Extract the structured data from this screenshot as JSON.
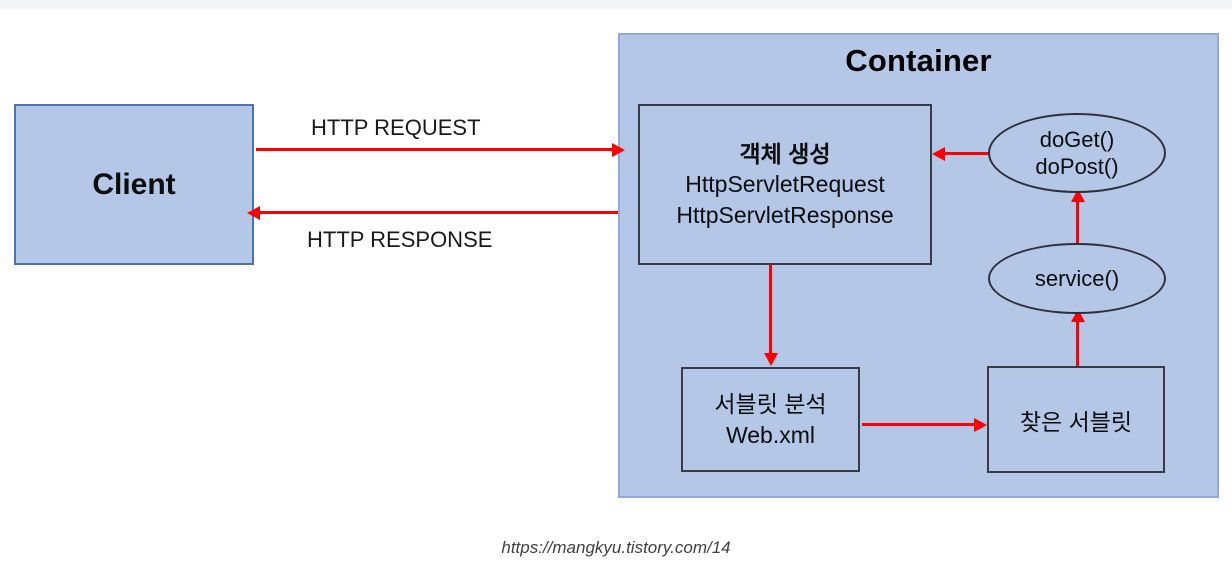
{
  "diagram": {
    "title": "Servlet Container request flow",
    "colors": {
      "box_fill": "#b4c7e7",
      "client_border": "#4a74b4",
      "node_border": "#3b3b47",
      "arrow": "#fe0000",
      "page_background": "#ffffff"
    },
    "nodes": {
      "client": {
        "label": "Client"
      },
      "container": {
        "label": "Container"
      },
      "object_creation": {
        "line1": "객체 생성",
        "line2": "HttpServletRequest",
        "line3": "HttpServletResponse"
      },
      "servlet_analysis": {
        "line1": "서블릿 분석",
        "line2": "Web.xml"
      },
      "found_servlet": {
        "label": "찾은 서블릿"
      },
      "do_get_post": {
        "line1": "doGet()",
        "line2": "doPost()"
      },
      "service": {
        "label": "service()"
      }
    },
    "edges": {
      "request": {
        "label": "HTTP REQUEST"
      },
      "response": {
        "label": "HTTP RESPONSE"
      }
    },
    "caption": "https://mangkyu.tistory.com/14"
  }
}
